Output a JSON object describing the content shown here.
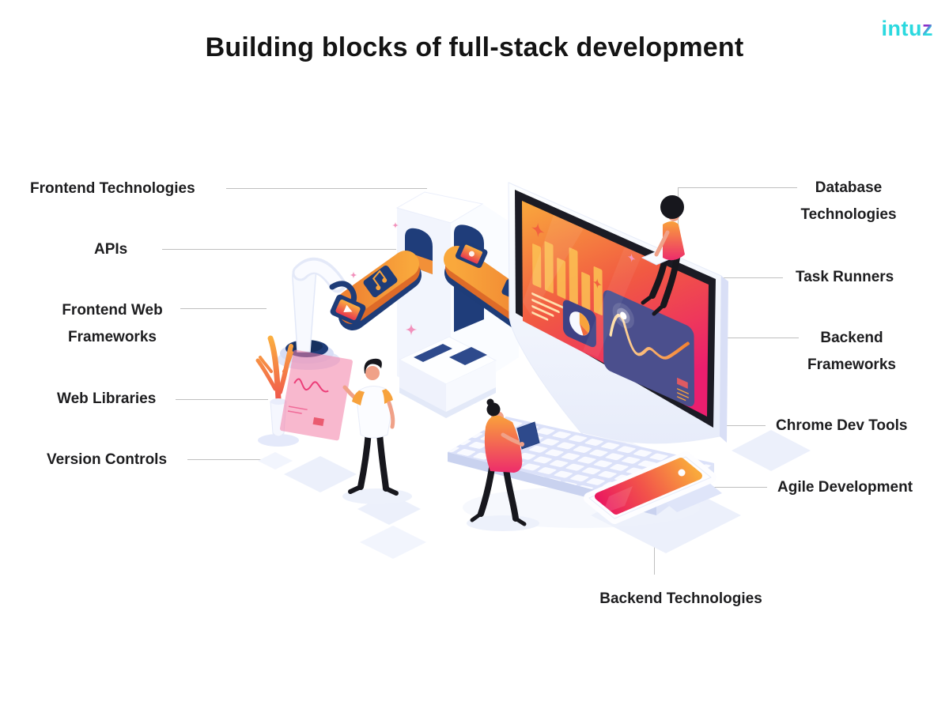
{
  "title": "Building blocks of full-stack development",
  "logo": {
    "prefix": "intu",
    "accent": "z"
  },
  "labels": {
    "left": [
      {
        "id": "frontend-technologies",
        "text": "Frontend Technologies"
      },
      {
        "id": "apis",
        "text": "APIs"
      },
      {
        "id": "frontend-web-frameworks",
        "text": "Frontend Web Frameworks"
      },
      {
        "id": "web-libraries",
        "text": "Web Libraries"
      },
      {
        "id": "version-controls",
        "text": "Version Controls"
      }
    ],
    "right": [
      {
        "id": "database-technologies",
        "text": "Database Technologies"
      },
      {
        "id": "task-runners",
        "text": "Task Runners"
      },
      {
        "id": "backend-frameworks",
        "text": "Backend Frameworks"
      },
      {
        "id": "chrome-dev-tools",
        "text": "Chrome Dev Tools"
      },
      {
        "id": "agile-development",
        "text": "Agile Development"
      }
    ],
    "bottom": [
      {
        "id": "backend-technologies",
        "text": "Backend Technologies"
      }
    ]
  },
  "colors": {
    "accent_orange": "#F8A33B",
    "accent_pink": "#EC1E79",
    "navy": "#1E3C78",
    "panel_purple": "#4B4F8D",
    "logo_cyan": "#2BD9DF",
    "logo_purple": "#8B2FC9",
    "leader_line": "#BFBFBF",
    "label_text": "#1D1D1F",
    "floor_tile": "#ECF0FB"
  }
}
